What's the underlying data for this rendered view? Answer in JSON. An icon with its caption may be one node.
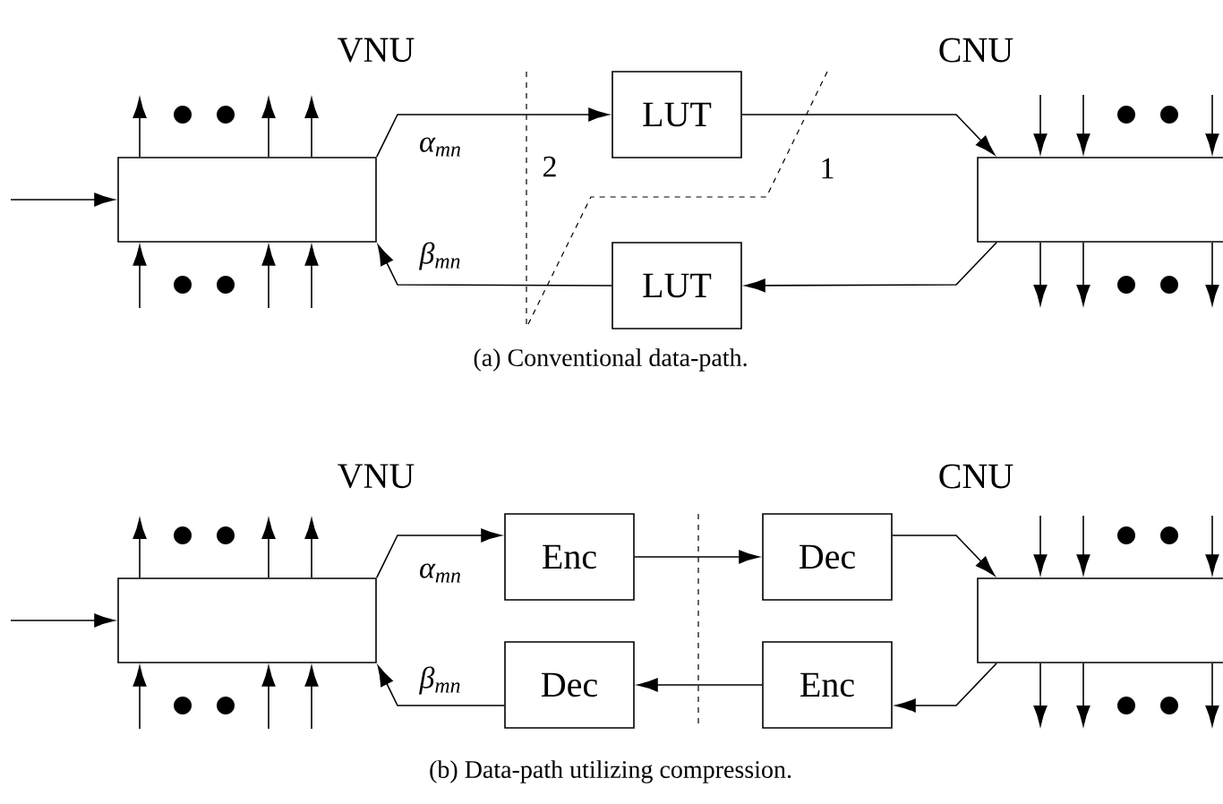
{
  "diagram": {
    "nodes": [
      {
        "text": [
          "VNU"
        ]
      },
      {
        "text": [
          "LUT"
        ]
      },
      {
        "text": [
          "LUT"
        ]
      },
      {
        "text": [
          "CNU"
        ]
      },
      {
        "text": [
          "VNU"
        ]
      },
      {
        "text": [
          "Enc"
        ]
      },
      {
        "text": [
          "Dec"
        ]
      },
      {
        "text": [
          "Dec"
        ]
      },
      {
        "text": [
          "Enc"
        ]
      },
      {
        "text": [
          "CNU"
        ]
      }
    ],
    "edges": [
      {
        "from": null,
        "to": 0,
        "arrow": "to"
      },
      {
        "from": 0,
        "to": 1,
        "arrow": "to",
        "label": "α$_{mn}$"
      },
      {
        "from": 1,
        "to": 3,
        "arrow": "to"
      },
      {
        "from": 3,
        "to": 2,
        "arrow": "to"
      },
      {
        "from": 2,
        "to": 0,
        "arrow": "to",
        "label": "β$_{mn}$"
      },
      {
        "from": 0,
        "to": null,
        "arrow": "to"
      },
      {
        "from": 0,
        "to": null,
        "arrow": "to"
      },
      {
        "from": 0,
        "to": null,
        "arrow": "to"
      },
      {
        "from": null,
        "to": 0,
        "arrow": "to"
      },
      {
        "from": null,
        "to": 0,
        "arrow": "to"
      },
      {
        "from": null,
        "to": 0,
        "arrow": "to"
      },
      {
        "from": null,
        "to": 3,
        "arrow": "to"
      },
      {
        "from": null,
        "to": 3,
        "arrow": "to"
      },
      {
        "from": null,
        "to": 3,
        "arrow": "to"
      },
      {
        "from": 3,
        "to": null,
        "arrow": "to"
      },
      {
        "from": 3,
        "to": null,
        "arrow": "to"
      },
      {
        "from": 3,
        "to": null,
        "arrow": "to"
      },
      {
        "from": null,
        "to": 4,
        "arrow": "to"
      },
      {
        "from": 4,
        "to": 5,
        "arrow": "to",
        "label": "α$_{mn}$"
      },
      {
        "from": 5,
        "to": 6,
        "arrow": "to"
      },
      {
        "from": 6,
        "to": 9,
        "arrow": "to"
      },
      {
        "from": 9,
        "to": 8,
        "arrow": "to"
      },
      {
        "from": 8,
        "to": 7,
        "arrow": "to"
      },
      {
        "from": 7,
        "to": 4,
        "arrow": "to",
        "label": "β$_{mn}$"
      },
      {
        "from": 4,
        "to": null,
        "arrow": "to"
      },
      {
        "from": 4,
        "to": null,
        "arrow": "to"
      },
      {
        "from": 4,
        "to": null,
        "arrow": "to"
      },
      {
        "from": null,
        "to": 4,
        "arrow": "to"
      },
      {
        "from": null,
        "to": 4,
        "arrow": "to"
      },
      {
        "from": null,
        "to": 4,
        "arrow": "to"
      },
      {
        "from": null,
        "to": 9,
        "arrow": "to"
      },
      {
        "from": null,
        "to": 9,
        "arrow": "to"
      },
      {
        "from": null,
        "to": 9,
        "arrow": "to"
      },
      {
        "from": 9,
        "to": null,
        "arrow": "to"
      },
      {
        "from": 9,
        "to": null,
        "arrow": "to"
      },
      {
        "from": 9,
        "to": null,
        "arrow": "to"
      }
    ],
    "labels": [
      "2",
      "1",
      "(a) Conventional data-path.",
      "(b) Data-path utilizing compression."
    ]
  }
}
